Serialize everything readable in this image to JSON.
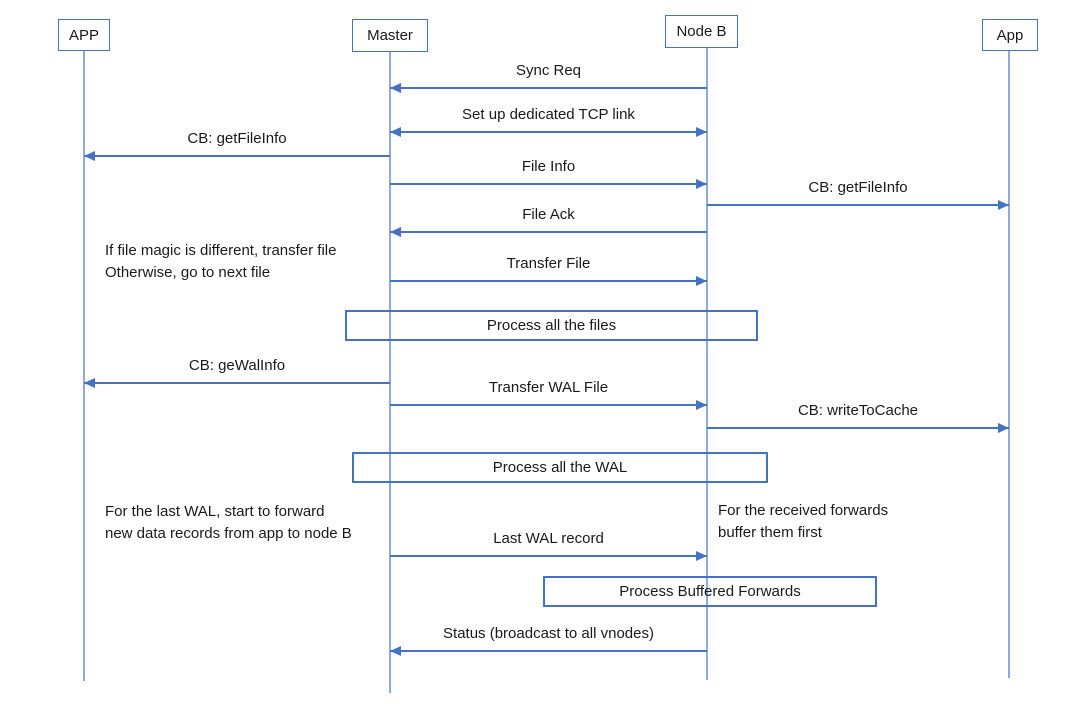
{
  "colors": {
    "accent": "#4472C4",
    "lifeline": "#8FAADC",
    "text": "#1a1a1a",
    "background": "#ffffff"
  },
  "diagram": {
    "actors": [
      {
        "label": "APP"
      },
      {
        "label": "Master"
      },
      {
        "label": "Node B"
      },
      {
        "label": "App"
      }
    ],
    "messages": [
      {
        "label": "Sync Req",
        "from": "Node B",
        "to": "Master",
        "direction": "left"
      },
      {
        "label": "Set up dedicated TCP link",
        "from": "Master",
        "to": "Node B",
        "direction": "both"
      },
      {
        "label": "CB: getFileInfo",
        "from": "Master",
        "to": "APP",
        "direction": "left"
      },
      {
        "label": "File Info",
        "from": "Master",
        "to": "Node B",
        "direction": "right"
      },
      {
        "label": "CB: getFileInfo",
        "from": "Node B",
        "to": "App",
        "direction": "right"
      },
      {
        "label": "File Ack",
        "from": "Node B",
        "to": "Master",
        "direction": "left"
      },
      {
        "label": "Transfer File",
        "from": "Master",
        "to": "Node B",
        "direction": "right"
      },
      {
        "label": "CB: geWalInfo",
        "from": "Master",
        "to": "APP",
        "direction": "left"
      },
      {
        "label": "Transfer WAL File",
        "from": "Master",
        "to": "Node B",
        "direction": "right"
      },
      {
        "label": "CB: writeToCache",
        "from": "Node B",
        "to": "App",
        "direction": "right"
      },
      {
        "label": "Last WAL record",
        "from": "Master",
        "to": "Node B",
        "direction": "right"
      },
      {
        "label": "Status (broadcast to all vnodes)",
        "from": "Node B",
        "to": "Master",
        "direction": "left"
      }
    ],
    "process_boxes": [
      {
        "label": "Process all the files"
      },
      {
        "label": "Process all the WAL"
      },
      {
        "label": "Process Buffered Forwards"
      }
    ],
    "notes": [
      {
        "line1": "If file magic is different, transfer file",
        "line2": "Otherwise, go to next file"
      },
      {
        "line1": "For the last WAL, start to forward",
        "line2": "new data records from app to node B"
      },
      {
        "line1": "For the received forwards",
        "line2": "buffer them first"
      }
    ]
  }
}
